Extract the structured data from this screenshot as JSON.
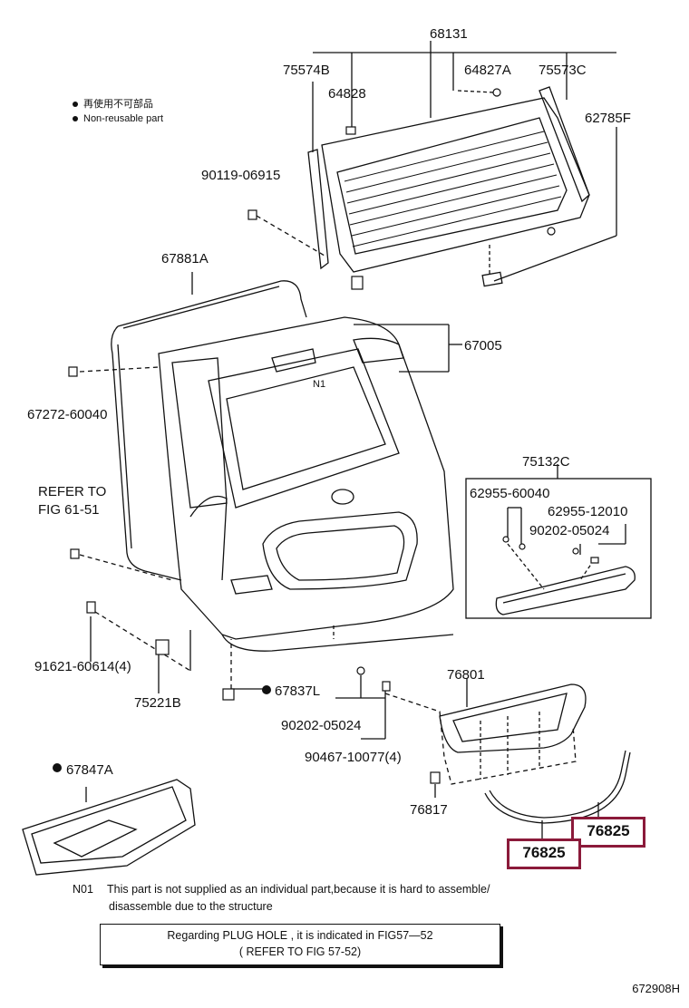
{
  "legend": {
    "jp": "再使用不可部品",
    "en": "Non-reusable part"
  },
  "parts": {
    "p68131": "68131",
    "p75574B": "75574B",
    "p64827A": "64827A",
    "p75573C": "75573C",
    "p64828": "64828",
    "p62785F": "62785F",
    "p90119": "90119-06915",
    "p67881A": "67881A",
    "p67005": "67005",
    "p67272": "67272-60040",
    "refer1": "REFER TO",
    "refer2": "FIG 61-51",
    "p75132C": "75132C",
    "p62955a": "62955-60040",
    "p62955b": "62955-12010",
    "p90202a": "90202-05024",
    "p91621": "91621-60614(4)",
    "p75221B": "75221B",
    "p67837L": "67837L",
    "p76801": "76801",
    "p90202b": "90202-05024",
    "p90467": "90467-10077(4)",
    "p67847A": "67847A",
    "p76817": "76817",
    "p76825a": "76825",
    "p76825b": "76825",
    "n1": "N1"
  },
  "note": {
    "code": "N01",
    "line1": "This part is not supplied as an individual part,because it is hard to assemble/",
    "line2": "disassemble due to the structure"
  },
  "plug_note": {
    "line1": "Regarding  PLUG HOLE  , it  is  indicated  in  FIG57—52",
    "line2": "( REFER  TO  FIG  57-52)"
  },
  "drawing_id": "672908H",
  "colors": {
    "highlight": "#8b1a3a",
    "line": "#111111"
  }
}
